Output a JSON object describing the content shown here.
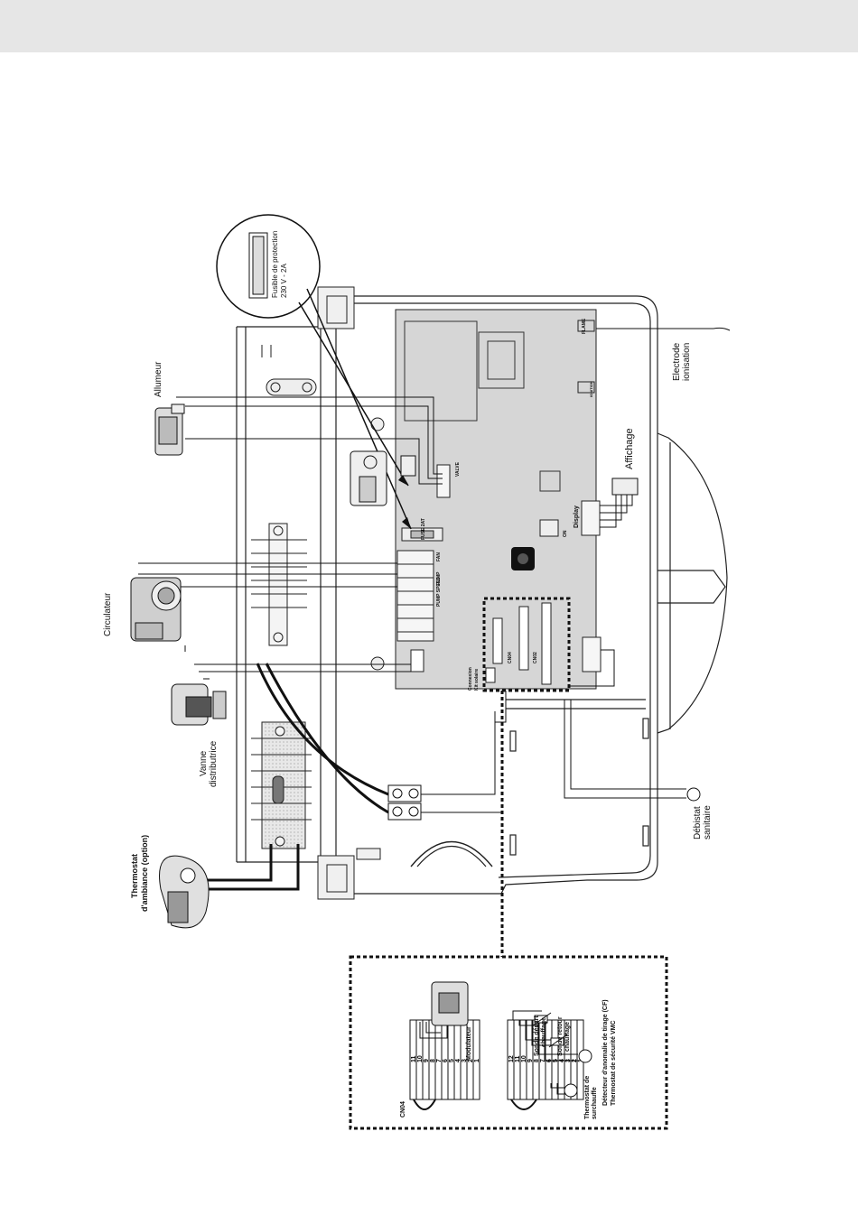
{
  "fuse": {
    "title": "Fusible de protection",
    "rating": "230 V - 2A"
  },
  "components": {
    "allumeur": "Allumeur",
    "circulateur": "Circulateur",
    "vanne_line1": "Vanne",
    "vanne_line2": "distributrice",
    "thermostat_line1": "Thermostat",
    "thermostat_line2": "d'ambiance (option)",
    "electrode_line1": "Electrode",
    "electrode_line2": "ionisation",
    "affichage": "Affichage",
    "debistat_line1": "Débistat",
    "debistat_line2": "sanitaire"
  },
  "board": {
    "fuse_label": "FUSE 2AT",
    "pump_label": "PUMP",
    "pump_speed_label": "PUMP SPEED",
    "fan_label": "FAN",
    "display_label": "Display",
    "flame_label": "FLAME",
    "ignition_label": "IGNITION",
    "valve_label": "VALVE",
    "solar_line1": "Connexion",
    "solar_line2": "Kit solaire",
    "cn04": "CN04",
    "cn02": "CN02",
    "on": "ON"
  },
  "detail": {
    "cn04_label": "CN04",
    "modulateur": "Modulateur",
    "cn04_pins": [
      "11",
      "10",
      "9",
      "8",
      "7",
      "6",
      "5",
      "4",
      "3",
      "2",
      "1"
    ],
    "cn02_pins": [
      "12",
      "11",
      "10",
      "9",
      "8",
      "7",
      "6",
      "5",
      "4",
      "3",
      "2",
      "1"
    ],
    "sonde_depart_line1": "Sonde départ",
    "sonde_depart_line2": "chauffage",
    "sonde_retour_line1": "Sonde retour",
    "sonde_retour_line2": "chauffage",
    "detecteur_line1": "Détecteur d'anomalie de tirage (CF)",
    "detecteur_line2": "Thermostat de sécurité VMC",
    "thermostat_surchauffe_line1": "Thermostat de",
    "thermostat_surchauffe_line2": "surchauffe"
  },
  "colors": {
    "board": "#d6d6d6",
    "topbar": "#e6e6e6",
    "line": "#111111"
  }
}
